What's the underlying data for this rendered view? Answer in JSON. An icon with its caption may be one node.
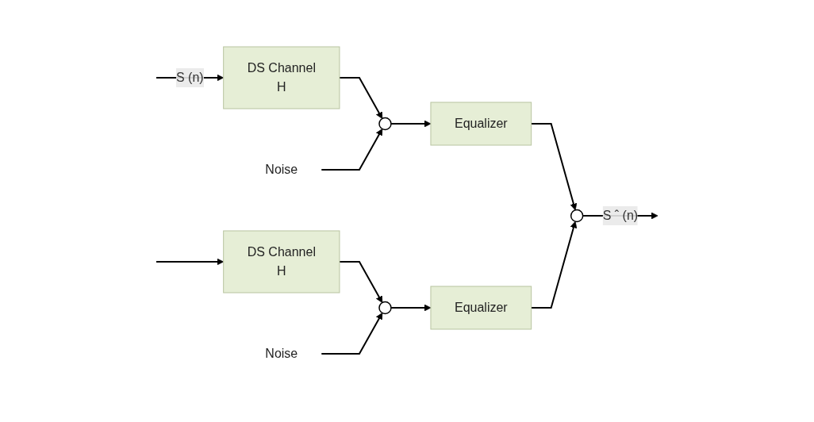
{
  "diagram": {
    "nodes": [
      {
        "text": [
          "Noise"
        ]
      },
      {
        "text": [
          "DS Channel",
          "H"
        ]
      },
      {
        "text": [],
        "shape": "circle"
      },
      {
        "text": [
          "Equalizer"
        ]
      },
      {
        "text": [],
        "shape": "circle"
      },
      {
        "text": [
          "DS Channel",
          "H"
        ]
      },
      {
        "text": [],
        "shape": "circle"
      },
      {
        "text": [
          "Equalizer"
        ]
      },
      {
        "text": [
          "Noise"
        ]
      }
    ],
    "edges": [
      {
        "from": null,
        "to": 1,
        "arrow": "to",
        "label": "S (n)"
      },
      {
        "from": null,
        "to": 5,
        "arrow": "to"
      },
      {
        "from": 1,
        "to": 2,
        "arrow": "to"
      },
      {
        "from": 0,
        "to": 2,
        "arrow": "to"
      },
      {
        "from": 2,
        "to": 3,
        "arrow": "to"
      },
      {
        "from": 3,
        "to": 4,
        "arrow": "to"
      },
      {
        "from": 5,
        "to": 6,
        "arrow": "to"
      },
      {
        "from": 8,
        "to": 6,
        "arrow": "to"
      },
      {
        "from": 6,
        "to": 7,
        "arrow": "to"
      },
      {
        "from": 7,
        "to": 4,
        "arrow": "to"
      },
      {
        "from": 4,
        "to": null,
        "arrow": "to",
        "label": "S ˆ (n)"
      }
    ]
  }
}
